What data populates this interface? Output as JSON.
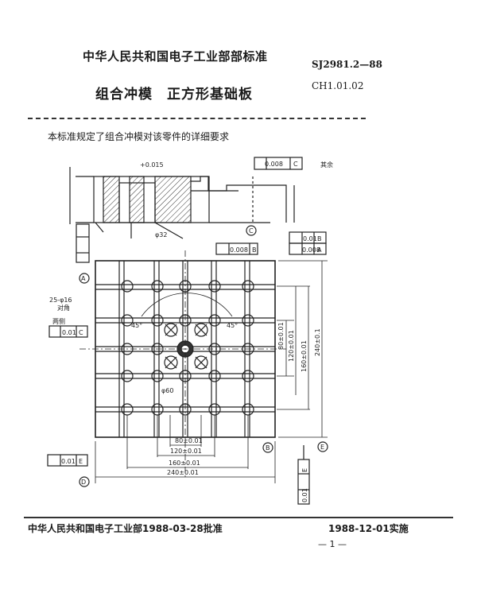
{
  "header": {
    "organization": "中华人民共和国电子工业部部标准",
    "standard_code": "SJ2981.2—88",
    "title": "组合冲模　正方形基础板",
    "part_code": "CH1.01.02"
  },
  "intro": "本标准规定了组合冲模对该零件的详细要求",
  "drawing": {
    "roughness_note": "其余",
    "tol_parallel_0008_c": "0.008",
    "tol_perp_b": "0.01",
    "tol_parallel_0008_b": "0.008",
    "tol_parallel_0008_a": "0.008",
    "tol_perp_c": "0.01",
    "tol_symm_0005_e": "0.01",
    "tol_right_d": "0.01",
    "tol_right_e": "0.01",
    "label_both_sides": "两侧",
    "label_25_holes": "25-φ16",
    "label_25_holes_sub": "对角",
    "dims": {
      "d80": "80±0.01",
      "d120": "120±0.01",
      "d160": "160±0.01",
      "d240": "240±0.01",
      "d240_right": "240±0.1",
      "d160_right": "160±0.01",
      "d120_right": "120±0.01",
      "d80_right": "80±0.01",
      "d32": "φ32",
      "d160_mid": "φ60",
      "angle": "45°",
      "d0_015": "+0.015",
      "side_a": "A",
      "side_b": "B",
      "side_c": "C",
      "side_d": "D",
      "side_e": "E"
    }
  },
  "footer": {
    "left": "中华人民共和国电子工业部1988-03-28批准",
    "right": "1988-12-01实施",
    "page": "— 1 —"
  }
}
